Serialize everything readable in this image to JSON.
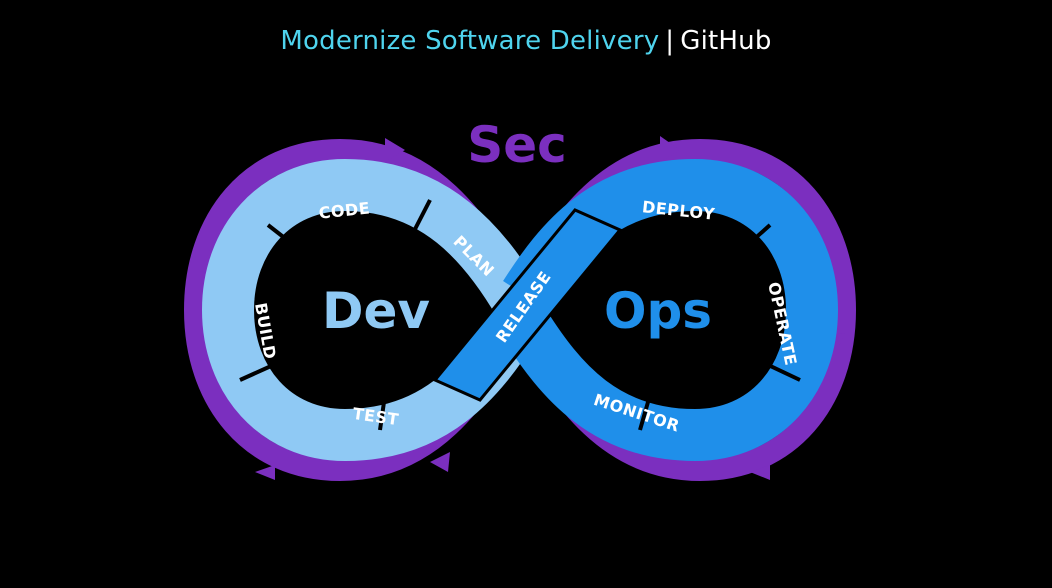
{
  "header": {
    "title": "Modernize Software Delivery",
    "separator": "|",
    "brand": "GitHub"
  },
  "diagram": {
    "sec_label": "Sec",
    "dev_label": "Dev",
    "ops_label": "Ops",
    "stages": {
      "plan": "PLAN",
      "code": "CODE",
      "build": "BUILD",
      "test": "TEST",
      "release": "RELEASE",
      "deploy": "DEPLOY",
      "operate": "OPERATE",
      "monitor": "MONITOR"
    }
  },
  "colors": {
    "background": "#000000",
    "title_cyan": "#4fd4ee",
    "sec_purple": "#7b2fbf",
    "dev_light_blue": "#8fc9f4",
    "ops_blue": "#1f8fea",
    "center_dark": "#0a1a30"
  }
}
